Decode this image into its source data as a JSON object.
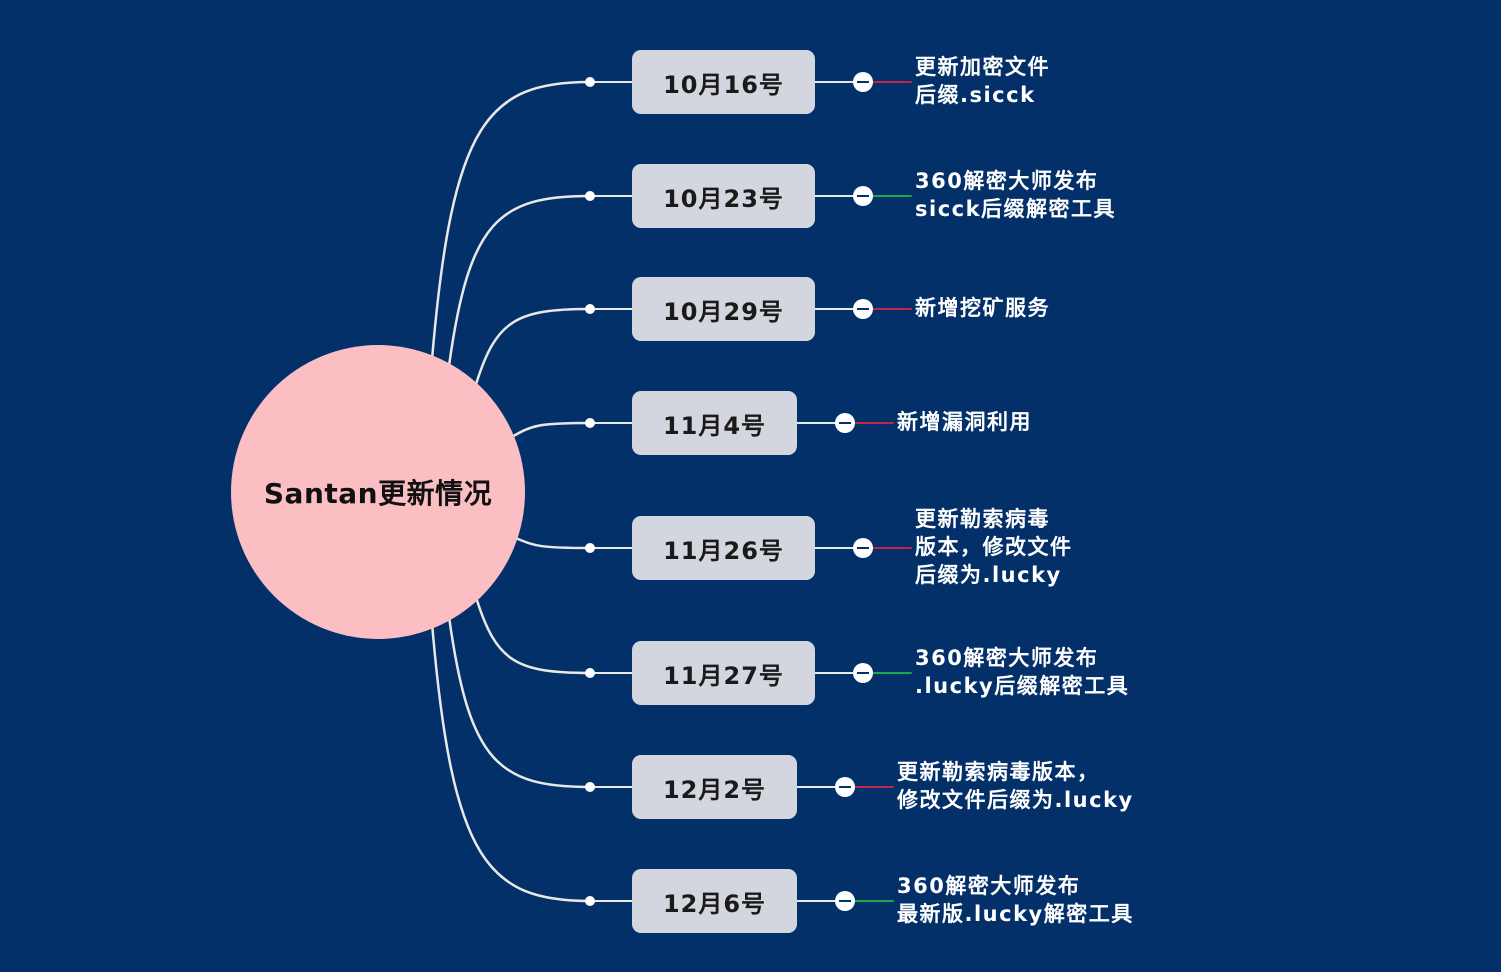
{
  "title": "Santan更新情况",
  "colors": {
    "background": "#04306a",
    "center_fill": "#fbbfc3",
    "date_box": "#d3d5df",
    "branch_line": "#e8e8e8",
    "line_update": "#c0254a",
    "line_tool": "#1aa84a"
  },
  "branches": [
    {
      "date": "10月16号",
      "detail_lines": [
        "更新加密文件",
        "后缀.sicck"
      ],
      "kind": "update"
    },
    {
      "date": "10月23号",
      "detail_lines": [
        "360解密大师发布",
        "sicck后缀解密工具"
      ],
      "kind": "tool"
    },
    {
      "date": "10月29号",
      "detail_lines": [
        "新增挖矿服务"
      ],
      "kind": "update"
    },
    {
      "date": "11月4号",
      "detail_lines": [
        "新增漏洞利用"
      ],
      "kind": "update"
    },
    {
      "date": "11月26号",
      "detail_lines": [
        "更新勒索病毒",
        "版本，修改文件",
        "后缀为.lucky"
      ],
      "kind": "update"
    },
    {
      "date": "11月27号",
      "detail_lines": [
        "360解密大师发布",
        ".lucky后缀解密工具"
      ],
      "kind": "tool"
    },
    {
      "date": "12月2号",
      "detail_lines": [
        "更新勒索病毒版本，",
        "修改文件后缀为.lucky"
      ],
      "kind": "update"
    },
    {
      "date": "12月6号",
      "detail_lines": [
        "360解密大师发布",
        "最新版.lucky解密工具"
      ],
      "kind": "tool"
    }
  ]
}
